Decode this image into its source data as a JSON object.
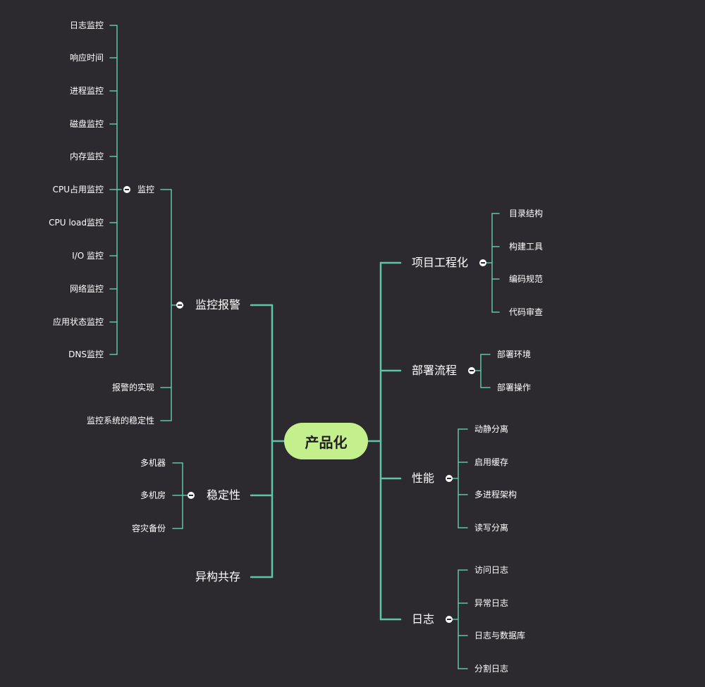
{
  "mindmap": {
    "root": "产品化",
    "left": {
      "monitoring": {
        "label": "监控报警",
        "sub": {
          "monitor": {
            "label": "监控",
            "items": [
              "日志监控",
              "响应时间",
              "进程监控",
              "磁盘监控",
              "内存监控",
              "CPU占用监控",
              "CPU load监控",
              "I/O 监控",
              "网络监控",
              "应用状态监控",
              "DNS监控"
            ]
          },
          "alert_impl": "报警的实现",
          "stability_of_monitoring": "监控系统的稳定性"
        }
      },
      "stability": {
        "label": "稳定性",
        "items": [
          "多机器",
          "多机房",
          "容灾备份"
        ]
      },
      "heterogeneous": {
        "label": "异构共存"
      }
    },
    "right": {
      "engineering": {
        "label": "项目工程化",
        "items": [
          "目录结构",
          "构建工具",
          "编码规范",
          "代码审查"
        ]
      },
      "deploy": {
        "label": "部署流程",
        "items": [
          "部署环境",
          "部署操作"
        ]
      },
      "performance": {
        "label": "性能",
        "items": [
          "动静分离",
          "启用缓存",
          "多进程架构",
          "读写分离"
        ]
      },
      "logging": {
        "label": "日志",
        "items": [
          "访问日志",
          "异常日志",
          "日志与数据库",
          "分割日志"
        ]
      }
    }
  },
  "colors": {
    "background": "#2d2a2f",
    "line": "#5ec4a8",
    "root_fill": "#c3ef8c",
    "text": "#ffffff"
  }
}
